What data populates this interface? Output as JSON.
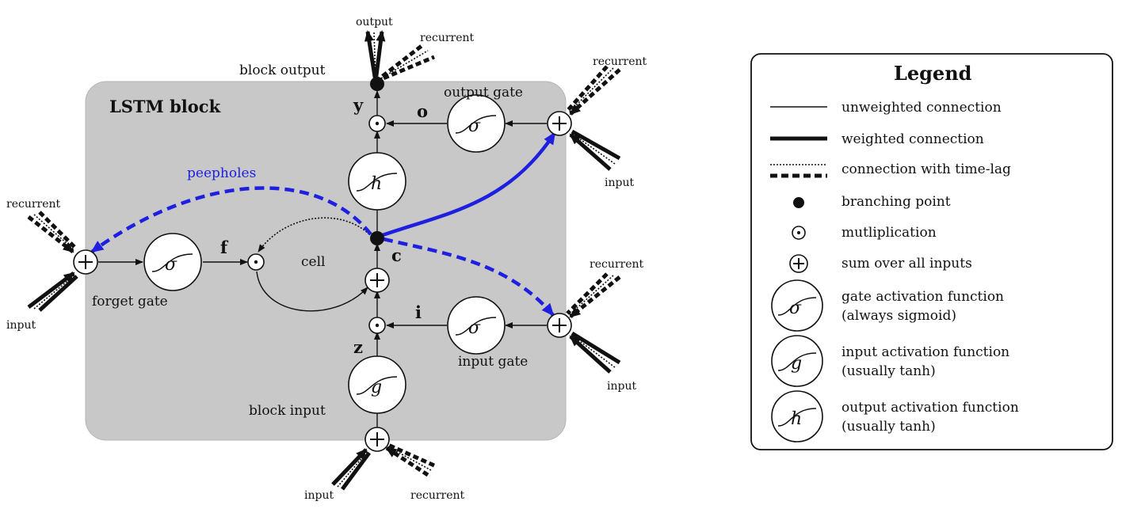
{
  "diagram": {
    "block_title": "LSTM block",
    "output_top": "output",
    "recurrent_top": "recurrent",
    "block_output": "block output",
    "y": "y",
    "o": "o",
    "output_gate": "output gate",
    "recurrent_og": "recurrent",
    "input_og": "input",
    "peepholes": "peepholes",
    "recurrent_fg": "recurrent",
    "input_fg": "input",
    "forget_gate": "forget gate",
    "f": "f",
    "cell": "cell",
    "c": "c",
    "i": "i",
    "input_gate": "input gate",
    "recurrent_ig": "recurrent",
    "input_ig": "input",
    "z": "z",
    "block_input": "block input",
    "input_bottom": "input",
    "recurrent_bottom": "recurrent",
    "sigma": "σ",
    "g": "g",
    "h": "h",
    "plus": "+",
    "dot": "·"
  },
  "legend": {
    "title": "Legend",
    "items": [
      {
        "label": "unweighted connection"
      },
      {
        "label": "weighted connection"
      },
      {
        "label": "connection with time-lag"
      },
      {
        "label": "branching point"
      },
      {
        "label": "mutliplication"
      },
      {
        "label": "sum over all inputs"
      },
      {
        "label": "gate activation function",
        "sub": "(always sigmoid)"
      },
      {
        "label": "input activation function",
        "sub": "(usually tanh)"
      },
      {
        "label": "output activation function",
        "sub": "(usually tanh)"
      }
    ]
  },
  "colors": {
    "block_fill": "#c8c8c8",
    "peephole_blue": "#1f1fe0",
    "ink": "#111111"
  }
}
